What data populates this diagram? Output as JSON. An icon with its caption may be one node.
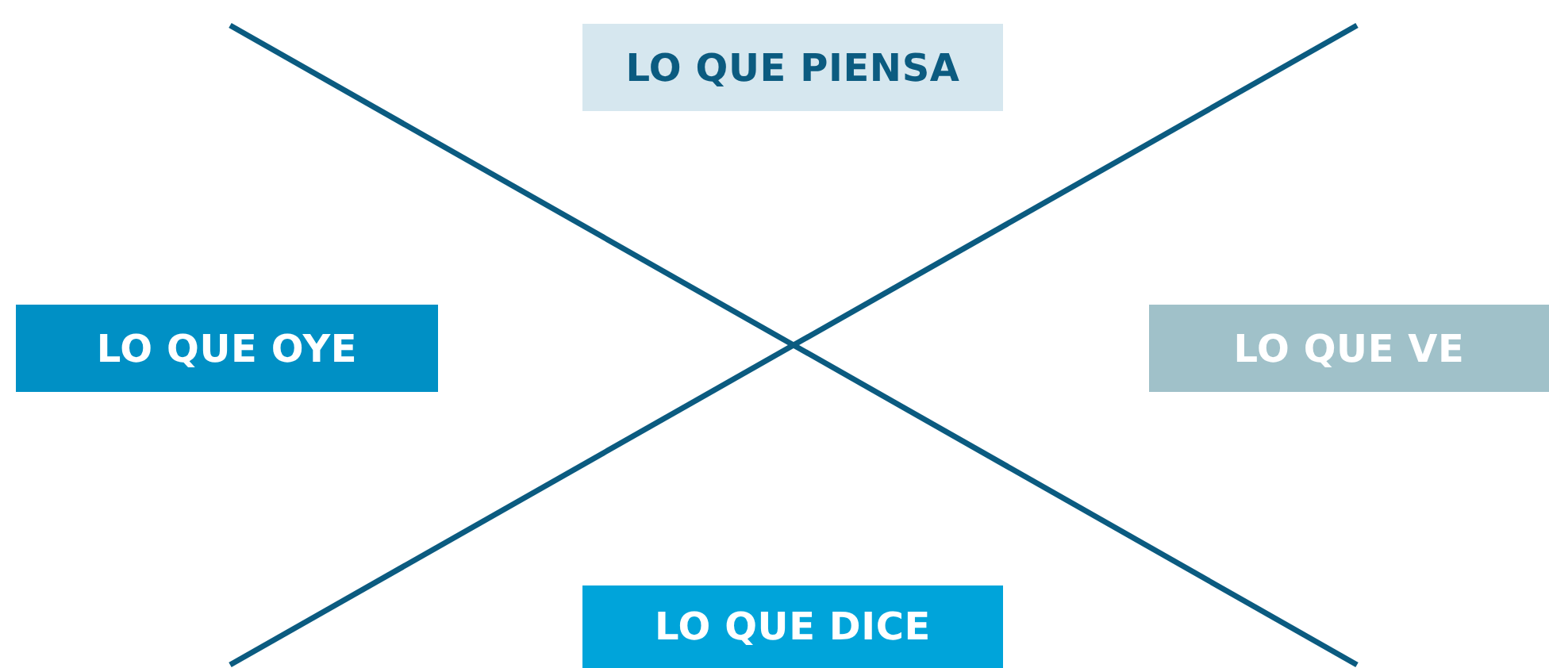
{
  "diagram": {
    "nodes": [
      {
        "text": [
          "LO QUE PIENSA"
        ]
      },
      {
        "text": [
          "LO QUE OYE"
        ]
      },
      {
        "text": [
          "LO QUE VE"
        ]
      },
      {
        "text": [
          "LO QUE DICE"
        ]
      }
    ]
  }
}
